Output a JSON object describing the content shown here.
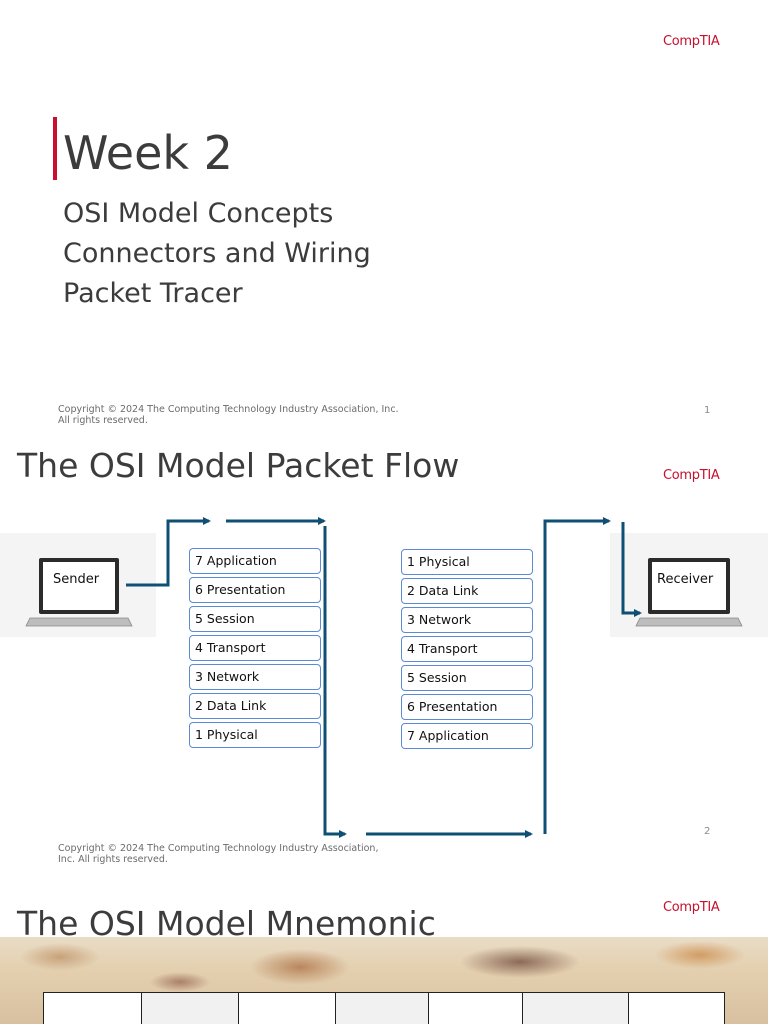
{
  "brand": {
    "logo_text": "CompTIA",
    "accent_color": "#c8102e",
    "arrow_color": "#0e4f73"
  },
  "slide1": {
    "title": "Week 2",
    "topics": [
      "OSI Model Concepts",
      "Connectors and Wiring",
      "Packet Tracer"
    ],
    "copyright_line1": "Copyright © 2024 The Computing Technology Industry Association, Inc.",
    "copyright_line2": "All rights reserved.",
    "page_number": "1"
  },
  "slide2": {
    "title": "The OSI Model Packet Flow",
    "sender_label": "Sender",
    "receiver_label": "Receiver",
    "sender_stack": [
      "7 Application",
      "6 Presentation",
      "5 Session",
      "4 Transport",
      "3 Network",
      "2 Data Link",
      "1 Physical"
    ],
    "receiver_stack": [
      "1 Physical",
      "2 Data Link",
      "3 Network",
      "4 Transport",
      "5 Session",
      "6 Presentation",
      "7 Application"
    ],
    "copyright_line1": "Copyright © 2024 The Computing Technology Industry Association,",
    "copyright_line2": "Inc. All rights reserved.",
    "page_number": "2"
  },
  "slide3": {
    "title": "The OSI Model Mnemonic"
  }
}
